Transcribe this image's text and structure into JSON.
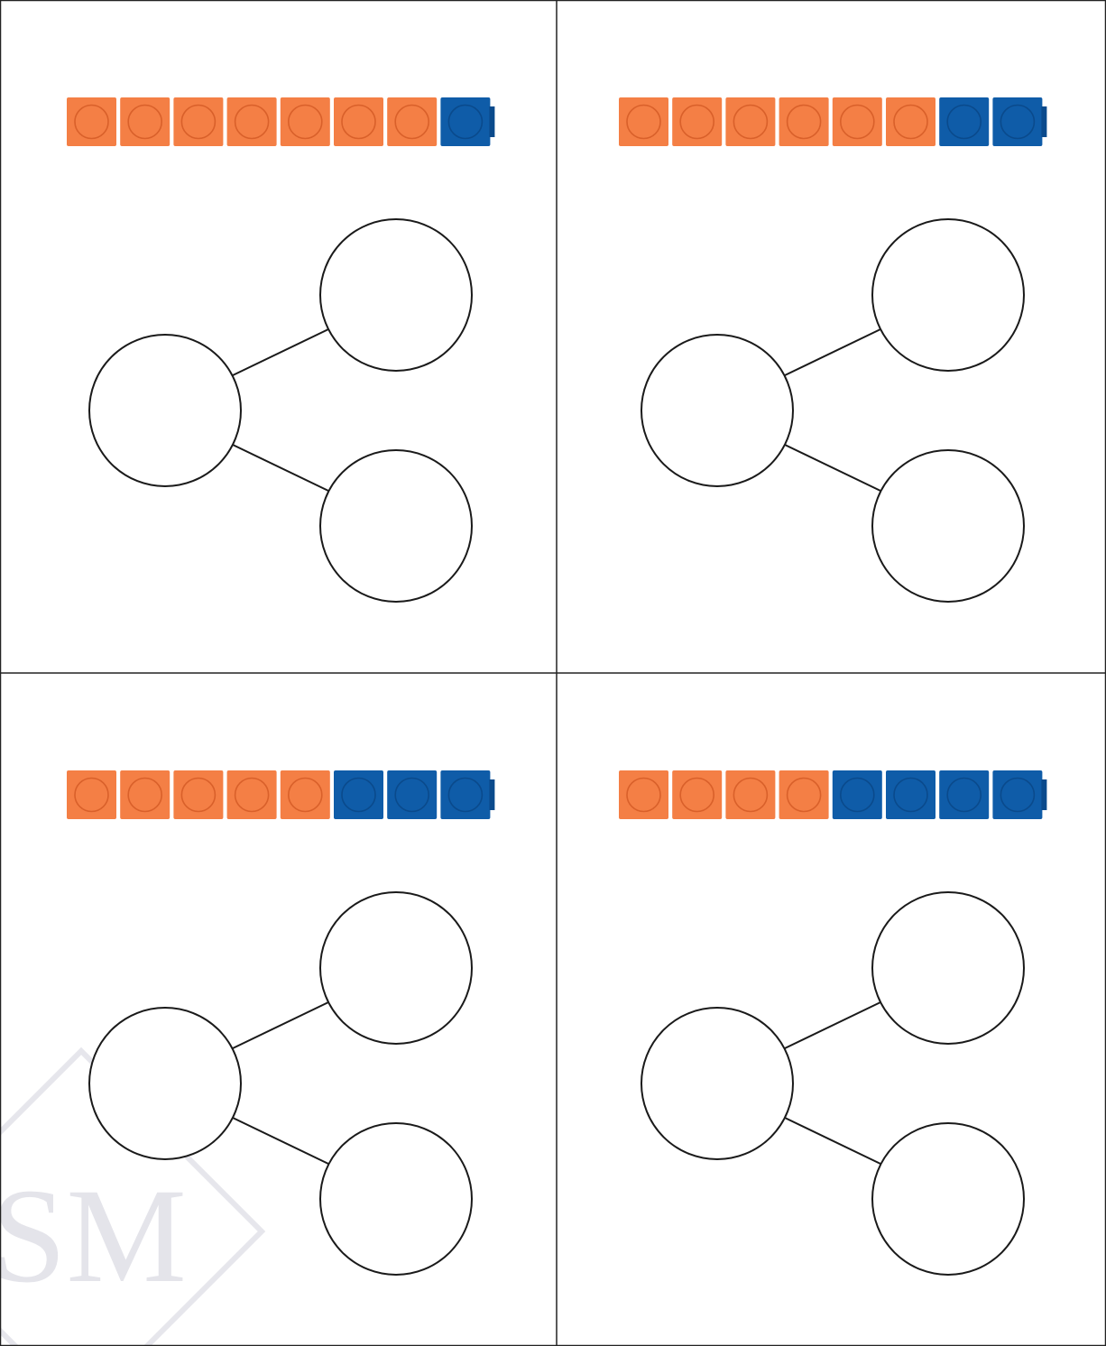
{
  "worksheet": {
    "watermark_text": "SM",
    "colors": {
      "orange": "#F47F45",
      "orange_ring": "#D9602A",
      "blue": "#0F5CA8",
      "blue_ring": "#0A4A8C",
      "line": "#1a1a1a",
      "grid": "#222222",
      "watermark": "#DCDCE4"
    },
    "panels": [
      {
        "cubes": {
          "orange": 7,
          "blue": 1
        },
        "whole": "",
        "part_top": "",
        "part_bottom": ""
      },
      {
        "cubes": {
          "orange": 6,
          "blue": 2
        },
        "whole": "",
        "part_top": "",
        "part_bottom": ""
      },
      {
        "cubes": {
          "orange": 5,
          "blue": 3
        },
        "whole": "",
        "part_top": "",
        "part_bottom": ""
      },
      {
        "cubes": {
          "orange": 4,
          "blue": 4
        },
        "whole": "",
        "part_top": "",
        "part_bottom": ""
      }
    ]
  }
}
